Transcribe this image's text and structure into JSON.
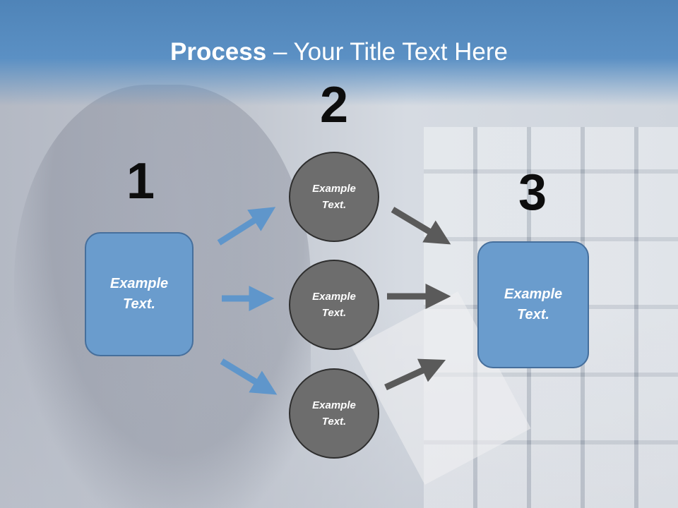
{
  "title": {
    "bold": "Process",
    "rest": " – Your Title Text Here"
  },
  "steps": {
    "one": "1",
    "two": "2",
    "three": "3"
  },
  "left_box": {
    "line1": "Example",
    "line2": "Text."
  },
  "right_box": {
    "line1": "Example",
    "line2": "Text."
  },
  "circles": [
    {
      "line1": "Example",
      "line2": "Text."
    },
    {
      "line1": "Example",
      "line2": "Text."
    },
    {
      "line1": "Example",
      "line2": "Text."
    }
  ],
  "colors": {
    "header": "#5b90c4",
    "box_fill": "#6a9ccd",
    "circle_fill": "#6d6d6d",
    "blue_arrow": "#5f96cb",
    "gray_arrow": "#5a5a5a"
  }
}
